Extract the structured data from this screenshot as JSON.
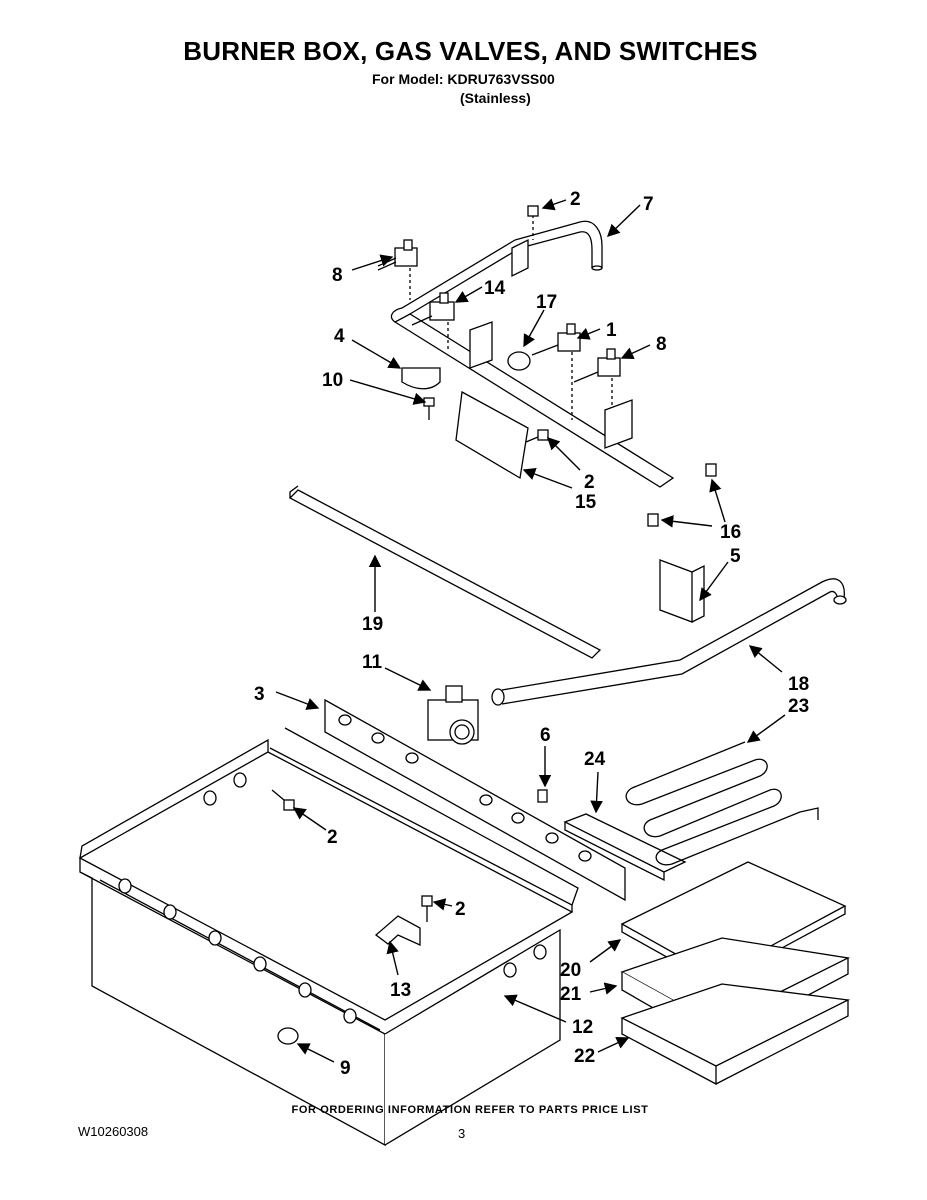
{
  "header": {
    "title": "BURNER BOX, GAS VALVES, AND SWITCHES",
    "model_line": "For Model: KDRU763VSS00",
    "finish": "(Stainless)"
  },
  "callouts": {
    "c1": "1",
    "c2a": "2",
    "c2b": "2",
    "c2c": "2",
    "c2d": "2",
    "c3": "3",
    "c4": "4",
    "c5": "5",
    "c6": "6",
    "c7": "7",
    "c8a": "8",
    "c8b": "8",
    "c9": "9",
    "c10": "10",
    "c11": "11",
    "c12": "12",
    "c13": "13",
    "c14": "14",
    "c15": "15",
    "c16": "16",
    "c17": "17",
    "c18": "18",
    "c19": "19",
    "c20": "20",
    "c21": "21",
    "c22": "22",
    "c23": "23",
    "c24": "24"
  },
  "footer": {
    "ordering_note": "FOR ORDERING INFORMATION REFER TO PARTS PRICE LIST",
    "doc_id": "W10260308",
    "page_number": "3"
  }
}
